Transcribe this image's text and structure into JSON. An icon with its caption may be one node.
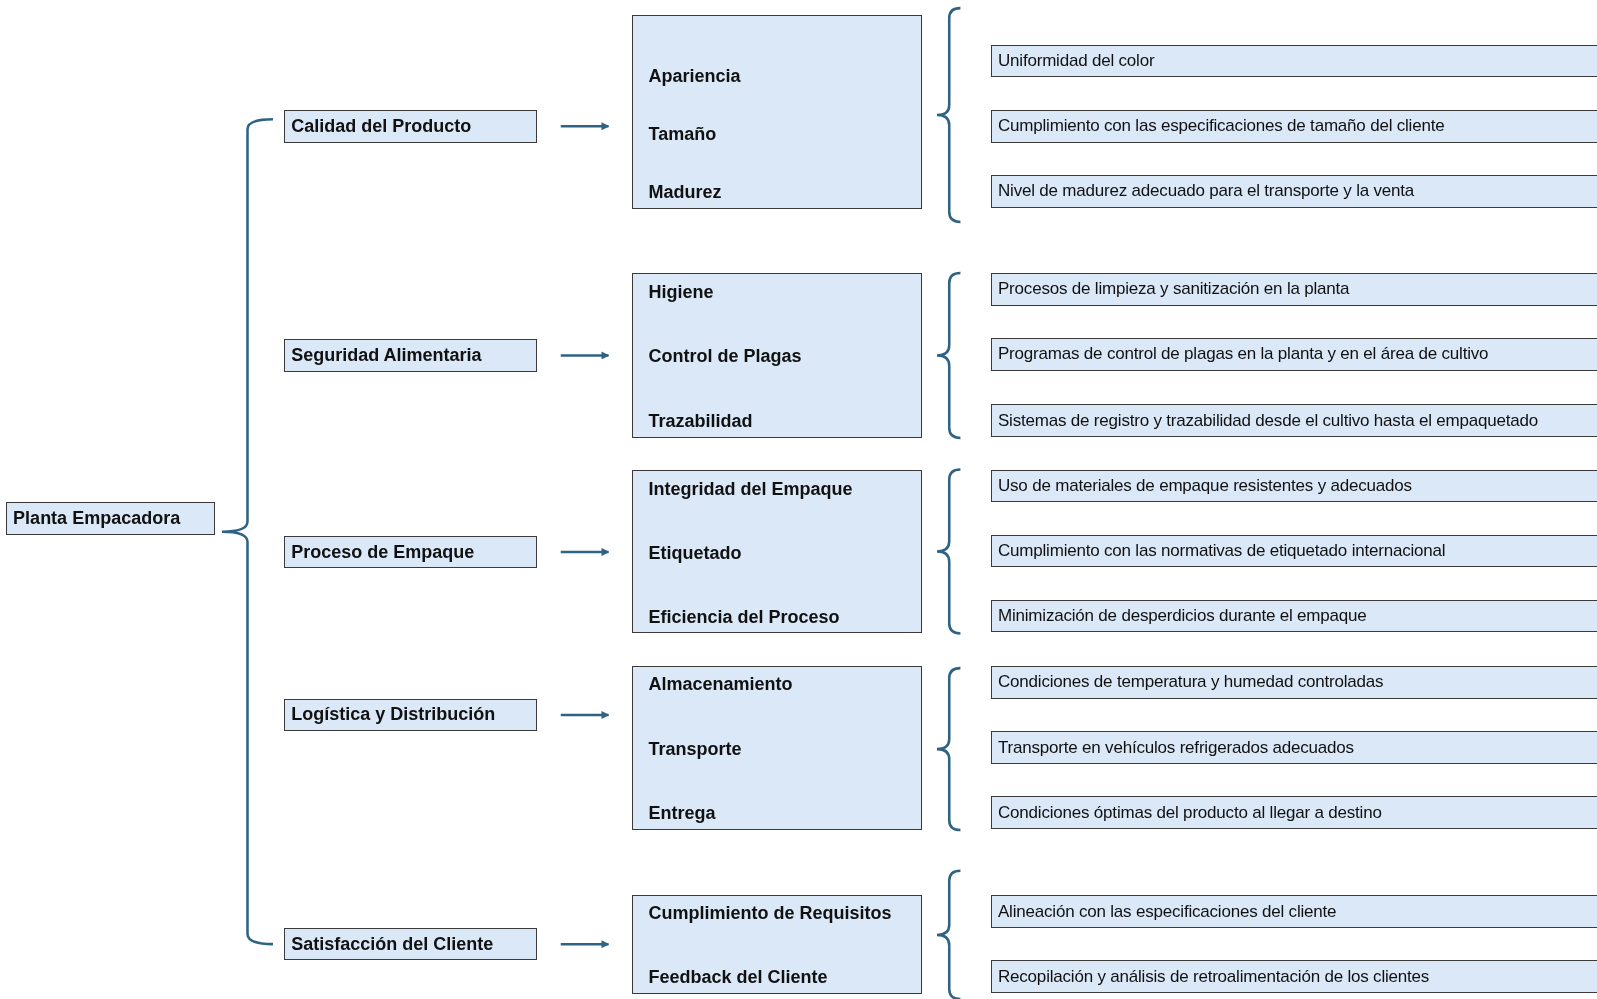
{
  "diagram": {
    "nodes": [
      {
        "text": [
          "Planta Empacadora"
        ]
      },
      {
        "text": [
          "Calidad del Producto"
        ]
      },
      {
        "text": [
          "Apariencia",
          "Tamaño",
          "Madurez"
        ]
      },
      {
        "text": [
          "Uniformidad del color"
        ]
      },
      {
        "text": [
          "Cumplimiento con las especificaciones de tamaño del cliente"
        ]
      },
      {
        "text": [
          "Nivel de madurez adecuado para el transporte y la venta"
        ]
      },
      {
        "text": [
          "Seguridad Alimentaria"
        ]
      },
      {
        "text": [
          "Higiene",
          "Control de Plagas",
          "Trazabilidad"
        ]
      },
      {
        "text": [
          "Procesos de limpieza y sanitización en la planta"
        ]
      },
      {
        "text": [
          "Programas de control de plagas en la planta y en el área de cultivo"
        ]
      },
      {
        "text": [
          "Sistemas de registro y trazabilidad desde el cultivo hasta el empaquetado"
        ]
      },
      {
        "text": [
          "Proceso de Empaque"
        ]
      },
      {
        "text": [
          "Integridad del Empaque",
          "Etiquetado",
          "Eficiencia del Proceso"
        ]
      },
      {
        "text": [
          "Uso de materiales de empaque resistentes y adecuados"
        ]
      },
      {
        "text": [
          "Cumplimiento con las normativas de etiquetado internacional"
        ]
      },
      {
        "text": [
          "Minimización de desperdicios durante el empaque"
        ]
      },
      {
        "text": [
          "Logística y Distribución"
        ]
      },
      {
        "text": [
          "Almacenamiento",
          "Transporte",
          "Entrega"
        ]
      },
      {
        "text": [
          "Condiciones de temperatura y humedad controladas"
        ]
      },
      {
        "text": [
          "Transporte en vehículos refrigerados adecuados"
        ]
      },
      {
        "text": [
          "Condiciones óptimas del producto al llegar a destino"
        ]
      },
      {
        "text": [
          "Satisfacción del Cliente"
        ]
      },
      {
        "text": [
          "Cumplimiento de Requisitos",
          "Feedback del Cliente"
        ]
      },
      {
        "text": [
          "Alineación con las especificaciones del cliente"
        ]
      },
      {
        "text": [
          "Recopilación y análisis de retroalimentación de los clientes"
        ]
      }
    ],
    "edges": [
      {
        "from": 1,
        "to": 2,
        "arrow": "to"
      },
      {
        "from": 6,
        "to": 7,
        "arrow": "to"
      },
      {
        "from": 11,
        "to": 12,
        "arrow": "to"
      },
      {
        "from": 16,
        "to": 17,
        "arrow": "to"
      },
      {
        "from": 21,
        "to": 22,
        "arrow": "to"
      }
    ]
  }
}
